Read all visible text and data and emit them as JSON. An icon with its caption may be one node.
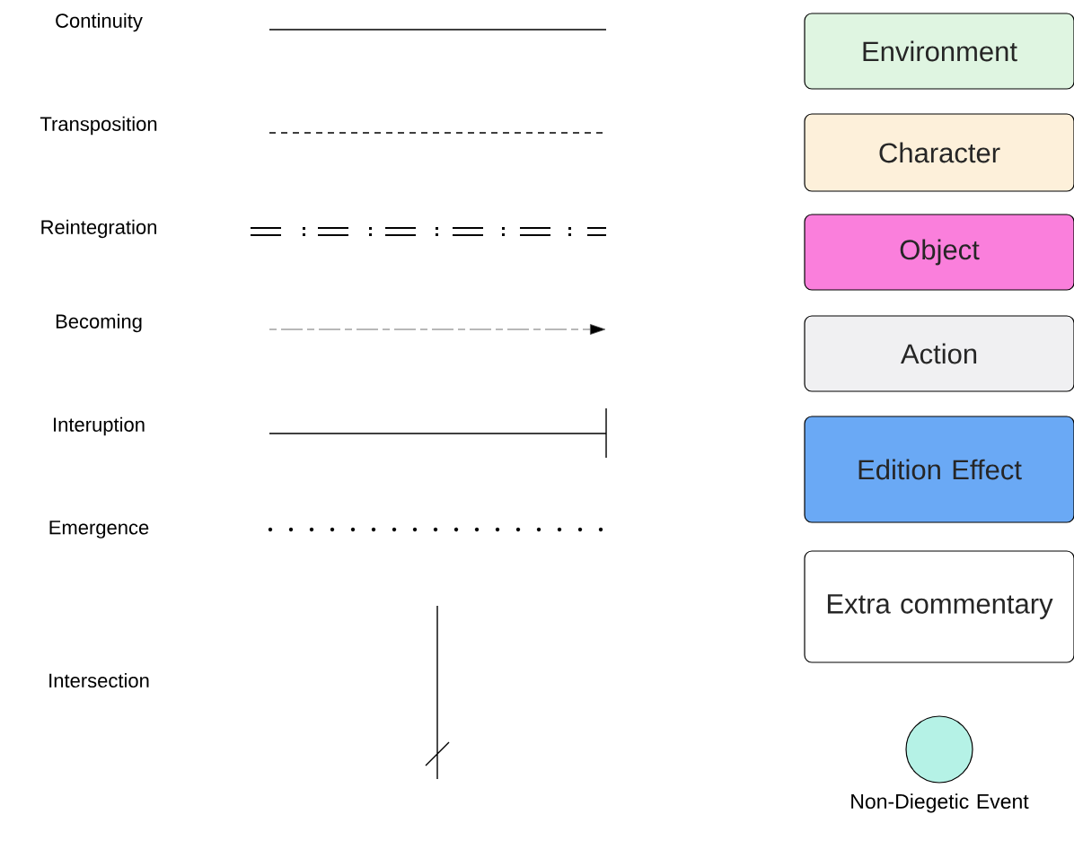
{
  "diagram": {
    "nodes": [
      {
        "text": [
          "Environment"
        ]
      },
      {
        "text": [
          "Character"
        ]
      },
      {
        "text": [
          "Object"
        ]
      },
      {
        "text": [
          "Action"
        ]
      },
      {
        "text": [
          "Edition Effect"
        ]
      },
      {
        "text": [
          "Extra commentary"
        ]
      },
      {
        "text": [],
        "shape": "circle",
        "beside": [
          "Non-Diegetic Event"
        ]
      }
    ],
    "legend": [
      {
        "text": "Continuity"
      },
      {
        "text": "Transposition"
      },
      {
        "text": "Reintegration"
      },
      {
        "text": "Becoming"
      },
      {
        "text": "Interuption"
      },
      {
        "text": "Emergence"
      },
      {
        "text": "Intersection"
      }
    ]
  }
}
